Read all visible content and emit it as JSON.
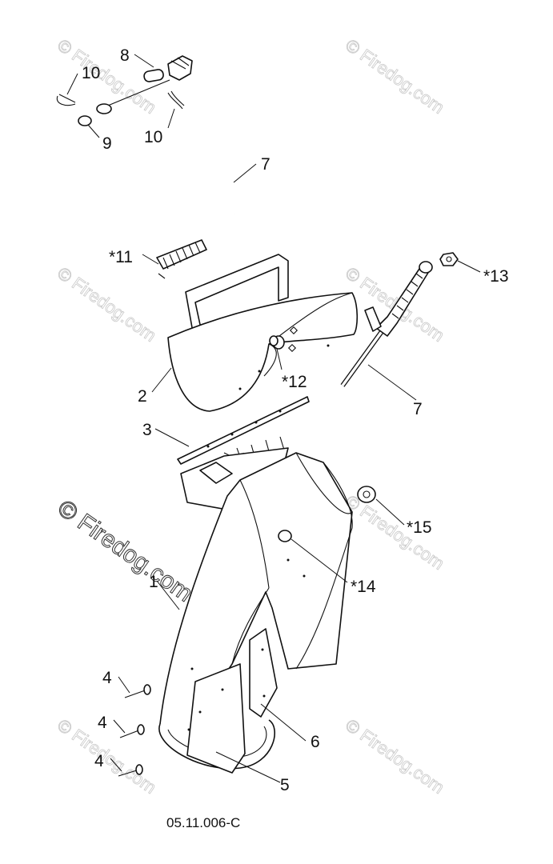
{
  "diagram_code": "05.11.006-C",
  "watermark": "© Firedog.com",
  "callouts": {
    "c1": "1",
    "c2": "2",
    "c3": "3",
    "c4a": "4",
    "c4b": "4",
    "c4c": "4",
    "c5": "5",
    "c6": "6",
    "c7a": "7",
    "c7b": "7",
    "c8": "8",
    "c9": "9",
    "c10a": "10",
    "c10b": "10",
    "c11": "*11",
    "c12": "*12",
    "c13": "*13",
    "c14": "*14",
    "c15": "*15"
  }
}
